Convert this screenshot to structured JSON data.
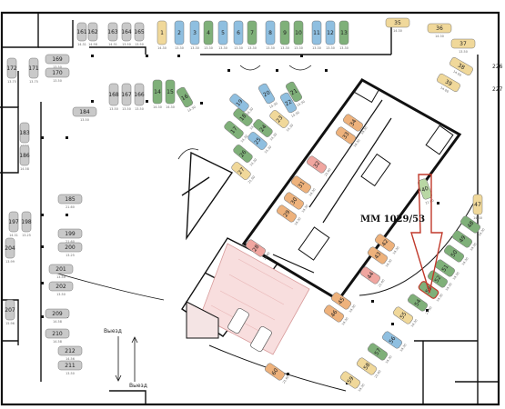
{
  "plan": {
    "callout": "ММ 1029/53",
    "exit_labels": [
      "Выезд",
      "Выезд"
    ],
    "highlighted_spot": "53",
    "colors": {
      "grey": "#c9c9c9",
      "blue": "#8fbfe0",
      "green": "#7fb079",
      "yellow": "#f0d89a",
      "orange": "#eeb27c",
      "pink": "#f0a6a0",
      "light_green": "#b9d7a4",
      "highlight_stroke": "#c0392b"
    },
    "spots": [
      {
        "id": "161",
        "color": "grey",
        "size": "14.31"
      },
      {
        "id": "162",
        "color": "grey",
        "size": "14.58"
      },
      {
        "id": "163",
        "color": "grey",
        "size": "14.31"
      },
      {
        "id": "164",
        "color": "grey",
        "size": "13.50"
      },
      {
        "id": "165",
        "color": "grey",
        "size": "13.50"
      },
      {
        "id": "1",
        "color": "yellow",
        "size": "14.30"
      },
      {
        "id": "2",
        "color": "blue",
        "size": "13.30"
      },
      {
        "id": "3",
        "color": "blue",
        "size": "13.30"
      },
      {
        "id": "4",
        "color": "green",
        "size": "13.30"
      },
      {
        "id": "5",
        "color": "blue",
        "size": "13.30"
      },
      {
        "id": "6",
        "color": "blue",
        "size": "13.30"
      },
      {
        "id": "7",
        "color": "green",
        "size": "13.30"
      },
      {
        "id": "8",
        "color": "blue",
        "size": "13.30"
      },
      {
        "id": "9",
        "color": "green",
        "size": "13.30"
      },
      {
        "id": "10",
        "color": "green",
        "size": "13.30"
      },
      {
        "id": "11",
        "color": "blue",
        "size": "13.30"
      },
      {
        "id": "12",
        "color": "blue",
        "size": "13.30"
      },
      {
        "id": "13",
        "color": "green",
        "size": "13.30"
      },
      {
        "id": "35",
        "color": "yellow",
        "size": "14.30"
      },
      {
        "id": "36",
        "color": "yellow",
        "size": "14.30"
      },
      {
        "id": "37",
        "color": "yellow",
        "size": "13.50"
      },
      {
        "id": "38",
        "color": "yellow",
        "size": "14.00"
      },
      {
        "id": "39",
        "color": "yellow",
        "size": "14.00"
      },
      {
        "id": "169",
        "color": "grey",
        "size": "13.50"
      },
      {
        "id": "170",
        "color": "grey",
        "size": "13.50"
      },
      {
        "id": "171",
        "color": "grey",
        "size": "13.75"
      },
      {
        "id": "172",
        "color": "grey",
        "size": "13.75"
      },
      {
        "id": "168",
        "color": "grey",
        "size": "13.50"
      },
      {
        "id": "167",
        "color": "grey",
        "size": "13.50"
      },
      {
        "id": "166",
        "color": "grey",
        "size": "13.50"
      },
      {
        "id": "14",
        "color": "green",
        "size": "14.30"
      },
      {
        "id": "15",
        "color": "green",
        "size": "14.30"
      },
      {
        "id": "16",
        "color": "green",
        "size": "14.30"
      },
      {
        "id": "184",
        "color": "grey",
        "size": "13.50"
      },
      {
        "id": "183",
        "color": "grey",
        "size": "14.58"
      },
      {
        "id": "186",
        "color": "grey",
        "size": "14.58"
      },
      {
        "id": "20",
        "color": "blue",
        "size": "14.30"
      },
      {
        "id": "21",
        "color": "green",
        "size": "14.30"
      },
      {
        "id": "22",
        "color": "blue",
        "size": "14.30"
      },
      {
        "id": "19",
        "color": "blue",
        "size": "14.30"
      },
      {
        "id": "18",
        "color": "green",
        "size": "14.30"
      },
      {
        "id": "17",
        "color": "green",
        "size": "14.30"
      },
      {
        "id": "23",
        "color": "yellow",
        "size": "14.30"
      },
      {
        "id": "24",
        "color": "green",
        "size": "14.30"
      },
      {
        "id": "25",
        "color": "blue",
        "size": "14.30"
      },
      {
        "id": "26",
        "color": "green",
        "size": "14.30"
      },
      {
        "id": "27",
        "color": "yellow",
        "size": "21.60"
      },
      {
        "id": "34",
        "color": "orange",
        "size": "14.30"
      },
      {
        "id": "33",
        "color": "orange",
        "size": "14.30"
      },
      {
        "id": "32",
        "color": "pink",
        "size": "21.60"
      },
      {
        "id": "31",
        "color": "orange",
        "size": "14.30"
      },
      {
        "id": "30",
        "color": "orange",
        "size": "14.30"
      },
      {
        "id": "29",
        "color": "orange",
        "size": "14.30"
      },
      {
        "id": "28",
        "color": "pink",
        "size": "21.60"
      },
      {
        "id": "185",
        "color": "grey",
        "size": "21.60"
      },
      {
        "id": "197",
        "color": "grey",
        "size": "14.31"
      },
      {
        "id": "198",
        "color": "grey",
        "size": "13.25"
      },
      {
        "id": "199",
        "color": "grey",
        "size": "21.60"
      },
      {
        "id": "200",
        "color": "grey",
        "size": "13.25"
      },
      {
        "id": "204",
        "color": "grey",
        "size": "13.99"
      },
      {
        "id": "201",
        "color": "grey",
        "size": "13.50"
      },
      {
        "id": "202",
        "color": "grey",
        "size": "13.50"
      },
      {
        "id": "207",
        "color": "grey",
        "size": "15.96"
      },
      {
        "id": "209",
        "color": "grey",
        "size": "14.58"
      },
      {
        "id": "210",
        "color": "grey",
        "size": "14.58"
      },
      {
        "id": "212",
        "color": "grey",
        "size": "14.56"
      },
      {
        "id": "211",
        "color": "grey",
        "size": "13.50"
      },
      {
        "id": "40",
        "color": "light_green",
        "size": "21.60"
      },
      {
        "id": "47",
        "color": "yellow",
        "size": "14.30"
      },
      {
        "id": "48",
        "color": "green",
        "size": "14.30"
      },
      {
        "id": "49",
        "color": "green",
        "size": "14.30"
      },
      {
        "id": "50",
        "color": "green",
        "size": "14.30"
      },
      {
        "id": "51",
        "color": "green",
        "size": "14.30"
      },
      {
        "id": "52",
        "color": "green",
        "size": "14.30"
      },
      {
        "id": "53",
        "color": "green",
        "size": "14.30"
      },
      {
        "id": "54",
        "color": "green",
        "size": "21.60"
      },
      {
        "id": "42",
        "color": "orange",
        "size": "14.30"
      },
      {
        "id": "43",
        "color": "orange",
        "size": "14.30"
      },
      {
        "id": "44",
        "color": "pink",
        "size": "21.60"
      },
      {
        "id": "45",
        "color": "orange",
        "size": "14.30"
      },
      {
        "id": "46",
        "color": "orange",
        "size": "14.30"
      },
      {
        "id": "55",
        "color": "yellow",
        "size": "14.30"
      },
      {
        "id": "56",
        "color": "blue",
        "size": "14.30"
      },
      {
        "id": "57",
        "color": "green",
        "size": "14.30"
      },
      {
        "id": "58",
        "color": "yellow",
        "size": "21.60"
      },
      {
        "id": "59",
        "color": "yellow",
        "size": "14.30"
      },
      {
        "id": "60",
        "color": "orange",
        "size": "21.60"
      }
    ],
    "edge_labels": [
      "226",
      "227"
    ]
  }
}
